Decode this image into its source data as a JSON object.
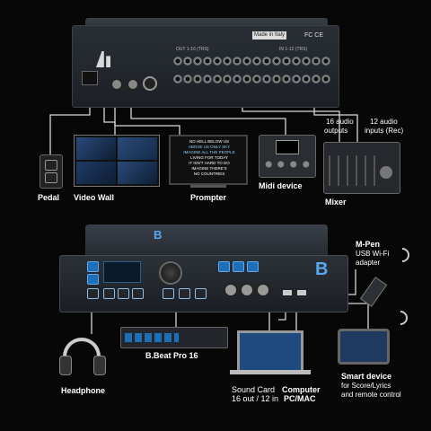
{
  "labels": {
    "pedal": "Pedal",
    "video_wall": "Video Wall",
    "prompter": "Prompter",
    "midi_device": "Midi device",
    "mixer": "Mixer",
    "audio_outputs": [
      "16 audio",
      "outputs"
    ],
    "audio_inputs": [
      "12 audio",
      "inputs (Rec)"
    ],
    "m_pen": "M-Pen",
    "usb_wifi": [
      "USB Wi-Fi",
      "adapter"
    ],
    "headphone": "Headphone",
    "bbeat_pro": "B.Beat Pro 16",
    "sound_card": [
      "Sound Card",
      "16 out / 12 in"
    ],
    "computer": [
      "Computer",
      "PC/MAC"
    ],
    "smart_device_title": "Smart device",
    "smart_device_sub": [
      "for Score/Lyrics",
      "and remote control"
    ]
  },
  "prompter_lyrics": [
    "NO HELL BELOW US",
    "ABOVE US ONLY SKY",
    "IMAGINE ALL THE PEOPLE",
    "LIVING FOR TODAY",
    "IT ISN'T HARD TO DO",
    "IMAGINE THERE'S",
    "NO COUNTRIES"
  ],
  "rear_panel": {
    "made_in": "Made in Italy",
    "marks": "FC CE",
    "out_label": "OUT 1-16 (TRS)",
    "in_label": "IN 1-12 (TRS)"
  },
  "front_brand": "B",
  "colors": {
    "accent": "#1d6fb8",
    "wire": "#d8d8d8",
    "background": "#070707"
  }
}
